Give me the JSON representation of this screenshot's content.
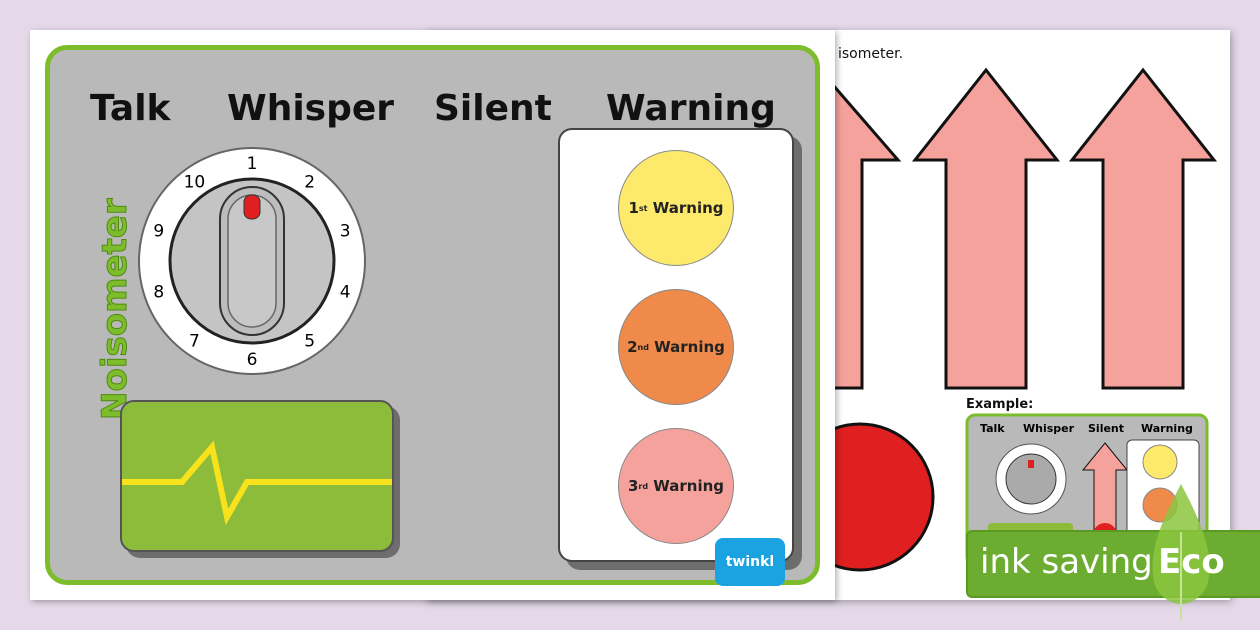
{
  "instructions_fragment": "isometer.",
  "labels": {
    "talk": "Talk",
    "whisper": "Whisper",
    "silent": "Silent",
    "warning": "Warning"
  },
  "title": "Noisometer",
  "dial_numbers": [
    "1",
    "2",
    "3",
    "4",
    "5",
    "6",
    "7",
    "8",
    "9",
    "10"
  ],
  "warnings": [
    {
      "num": "1",
      "sup": "st",
      "text": "Warning",
      "color": "#fde96b"
    },
    {
      "num": "2",
      "sup": "nd",
      "text": "Warning",
      "color": "#f08a4b"
    },
    {
      "num": "3",
      "sup": "rd",
      "text": "Warning",
      "color": "#f5a29c"
    }
  ],
  "example_label": "Example:",
  "brand": "twinkl",
  "eco": {
    "text": "ink saving",
    "badge": "Eco"
  },
  "colors": {
    "frame": "#7dbd2b",
    "arrow": "#f5a29c",
    "red": "#e02020"
  }
}
